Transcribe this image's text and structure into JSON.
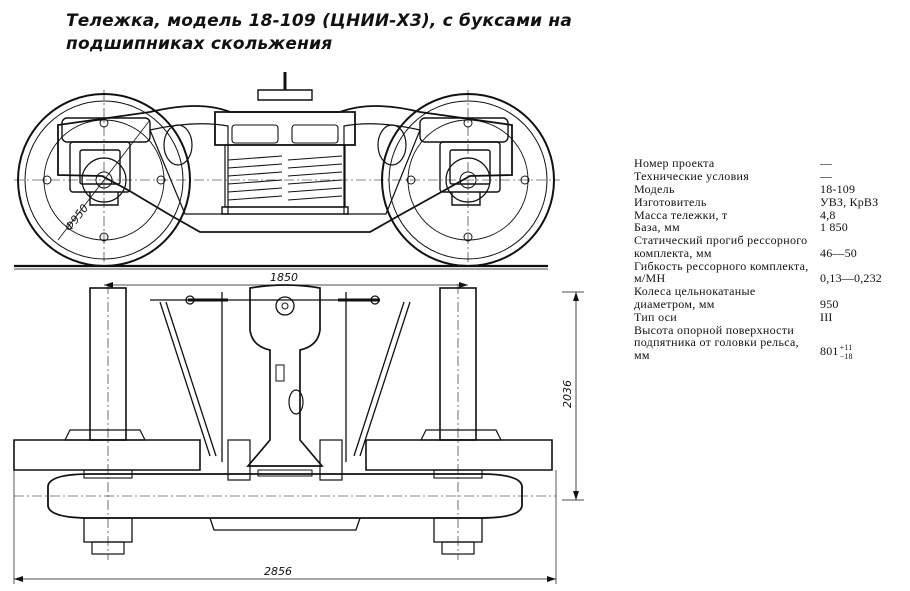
{
  "title": "Тележка, модель 18-109 (ЦНИИ-Х3), с буксами на подшипниках скольжения",
  "dimensions": {
    "wheel_diameter": "Ф950",
    "base": "1850",
    "height": "2036",
    "width": "2856"
  },
  "specs": [
    {
      "label": "Номер проекта",
      "value": "—"
    },
    {
      "label": "Технические условия",
      "value": "—"
    },
    {
      "label": "Модель",
      "value": "18-109"
    },
    {
      "label": "Изготовитель",
      "value": "УВЗ, КрВЗ"
    },
    {
      "label": "Масса тележки, т",
      "value": "4,8"
    },
    {
      "label": "База, мм",
      "value": "1 850"
    },
    {
      "label": "Статический прогиб рессорного комплекта, мм",
      "value": "46—50"
    },
    {
      "label": "Гибкость рессорного комплекта, м/МН",
      "value": "0,13—0,232"
    },
    {
      "label": "Колеса цельнокатаные диаметром, мм",
      "value": "950"
    },
    {
      "label": "Тип оси",
      "value": "III"
    },
    {
      "label": "Высота опорной поверхности подпятника от головки рельса, мм",
      "value": "801",
      "sup": "+11",
      "sub": "−18"
    }
  ]
}
